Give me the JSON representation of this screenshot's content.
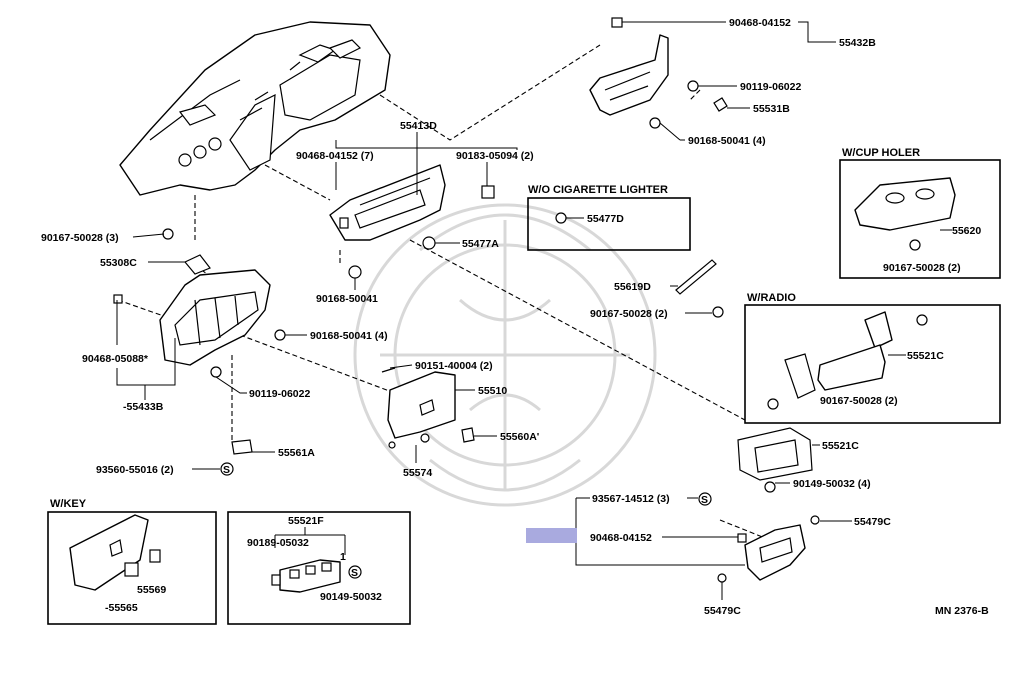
{
  "diagram": {
    "ref_code": "MN 2376-B",
    "highlight_color": "#a9aadf",
    "labels": {
      "p90468_04152_top": "90468-04152",
      "p55432B": "55432B",
      "p90119_06022_top": "90119-06022",
      "p55531B": "55531B",
      "p90168_50041_top": "90168-50041 (4)",
      "p55413D": "55413D",
      "p90468_04152_7": "90468-04152 (7)",
      "p90183_05094": "90183-05094 (2)",
      "p55477A": "55477A",
      "p90168_50041_mid": "90168-50041",
      "p90167_50028_3": "90167-50028 (3)",
      "p55308C": "55308C",
      "p90468_05088": "90468-05088*",
      "p55433B": "-55433B",
      "p90168_50041_4b": "90168-50041 (4)",
      "p90119_06022_left": "90119-06022",
      "p55561A": "55561A",
      "p93560_55016": "93560-55016 (2)",
      "p90151_40004": "90151-40004 (2)",
      "p55510": "55510",
      "p55560A": "55560A'",
      "p55574": "55574",
      "p55619D": "55619D",
      "p90167_50028_2a": "90167-50028 (2)",
      "p55521C_radio": "55521C",
      "p90167_50028_radio": "90167-50028 (2)",
      "p55521C_low": "55521C",
      "p90149_50032_4": "90149-50032 (4)",
      "p93567_14512": "93567-14512 (3)",
      "p90468_04152_low": "90468-04152",
      "p55479C_a": "55479C",
      "p55479C_b": "55479C",
      "p55620": "55620",
      "p90167_50028_cup": "90167-50028 (2)",
      "p55477D": "55477D",
      "p55569": "55569",
      "p55565": "-55565",
      "p55521F": "55521F",
      "p90189_05032": "90189-05032",
      "p90149_50032_box": "90149-50032",
      "s_marker": "S",
      "one_marker": "1"
    },
    "boxes": {
      "cigarette": "W/O CIGARETTE LIGHTER",
      "cup_holder": "W/CUP HOLER",
      "radio": "W/RADIO",
      "key": "W/KEY"
    }
  }
}
